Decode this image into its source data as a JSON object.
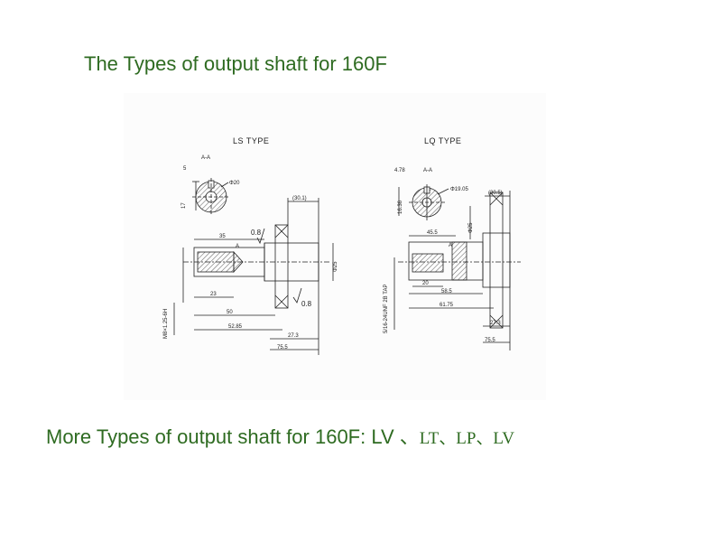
{
  "title": "The Types of output shaft for 160F",
  "diagrams": {
    "ls": {
      "type_label": "LS TYPE",
      "section_label": "A-A",
      "dims": {
        "keyway_w": "5",
        "keyway_h": "17",
        "shaft_dia": "Φ20",
        "flange_len": "(30.1)",
        "roughness_top": "0.8",
        "roughness_bottom": "0.8",
        "len_35": "35",
        "len_23": "23",
        "len_50": "50",
        "len_52": "52.85",
        "len_27": "27.3",
        "len_75": "75.5",
        "od": "Φ25",
        "thread": "M8×1.25-6H",
        "a_mark": "A"
      }
    },
    "lq": {
      "type_label": "LQ TYPE",
      "section_label": "A-A",
      "dims": {
        "keyway_w": "4.78",
        "keyway_h": "16.36",
        "shaft_dia": "Φ19.05",
        "flange_len": "(30.5)",
        "len_45": "45.5",
        "len_20": "20",
        "len_58": "58.5",
        "len_61": "61.75",
        "len_27": "27.3",
        "len_75": "75.5",
        "od": "Φ25",
        "thread": "5/16-24UNF 2B TAP",
        "a_mark": "A"
      }
    }
  },
  "more": {
    "prefix": "More Types of output shaft for 160F: LV 、",
    "suffix": "LT、LP、LV"
  }
}
